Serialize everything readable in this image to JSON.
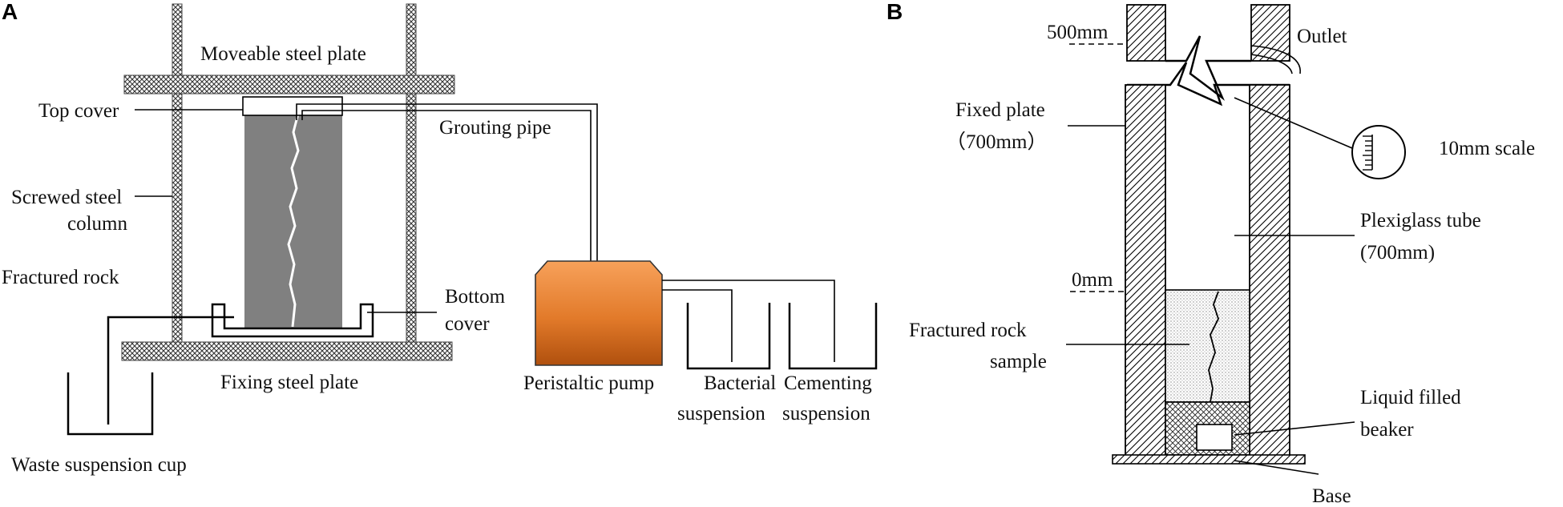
{
  "panels": {
    "a": {
      "letter": "A",
      "labels": {
        "moveable_plate": "Moveable steel plate",
        "top_cover": "Top cover",
        "grouting_pipe": "Grouting pipe",
        "screwed_column_1": "Screwed steel",
        "screwed_column_2": "column",
        "fractured_rock": "Fractured rock",
        "bottom_cover_1": "Bottom",
        "bottom_cover_2": "cover",
        "fixing_plate": "Fixing steel plate",
        "waste_cup": "Waste suspension cup",
        "pump": "Peristaltic pump",
        "bacterial_1": "Bacterial",
        "bacterial_2": "suspension",
        "cementing_1": "Cementing",
        "cementing_2": "suspension"
      },
      "colors": {
        "rock": "#808080",
        "pump_top": "#f7a15a",
        "pump_bottom": "#b0500e"
      }
    },
    "b": {
      "letter": "B",
      "labels": {
        "mark_500": "500mm",
        "outlet": "Outlet",
        "fixed_plate_1": "Fixed plate",
        "fixed_plate_2": "（700mm）",
        "scale": "10mm scale",
        "tube_1": "Plexiglass tube",
        "tube_2": "(700mm)",
        "mark_0": "0mm",
        "sample_1": "Fractured rock",
        "sample_2": "sample",
        "beaker_1": "Liquid filled",
        "beaker_2": "beaker",
        "base": "Base"
      }
    }
  }
}
